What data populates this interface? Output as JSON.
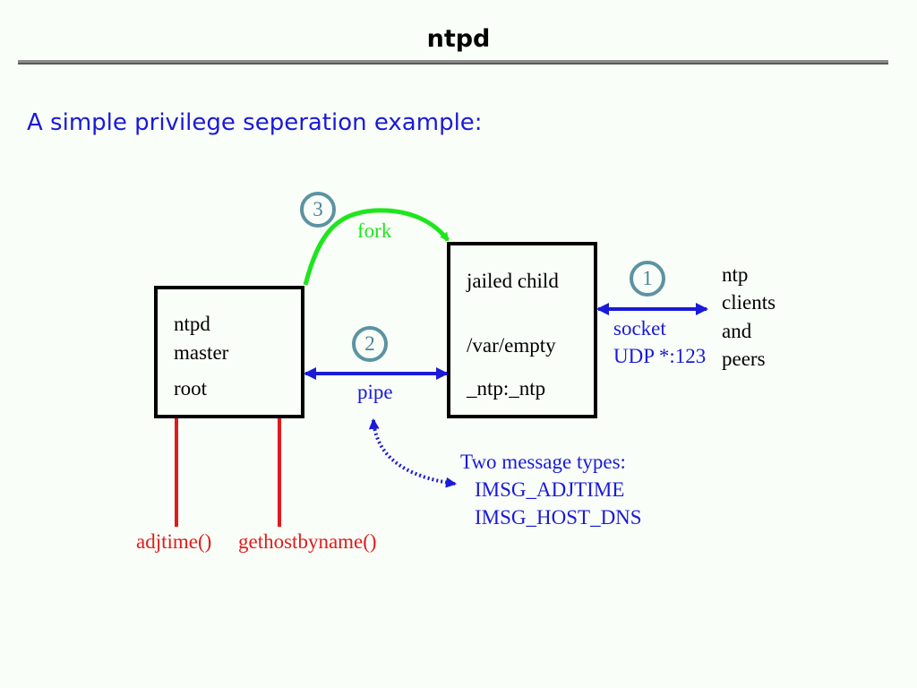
{
  "slide": {
    "title": "ntpd",
    "subtitle": "A simple privilege seperation example:"
  },
  "diagram": {
    "master_box": {
      "line1": "ntpd",
      "line2": "master",
      "line3": "root"
    },
    "child_box": {
      "line1": "jailed child",
      "line2": "/var/empty",
      "line3": "_ntp:_ntp"
    },
    "peers": [
      "ntp",
      "clients",
      "and",
      "peers"
    ],
    "steps": [
      {
        "number": "1",
        "label_lines": [
          "socket",
          "UDP *:123"
        ]
      },
      {
        "number": "2",
        "label_lines": [
          "pipe"
        ]
      },
      {
        "number": "3",
        "label_lines": [
          "fork"
        ]
      }
    ],
    "message_types": {
      "heading": "Two message types:",
      "items": [
        "IMSG_ADJTIME",
        "IMSG_HOST_DNS"
      ]
    },
    "syscalls": [
      "adjtime()",
      "gethostbyname()"
    ]
  },
  "colors": {
    "title_rule": "#8c8c8c",
    "subtitle": "#1a1ad8",
    "blue": "#1a1ad8",
    "green": "#1fe51f",
    "red": "#e01b1b",
    "circle_stroke": "#5b93a3",
    "circle_text": "#4a8698"
  }
}
